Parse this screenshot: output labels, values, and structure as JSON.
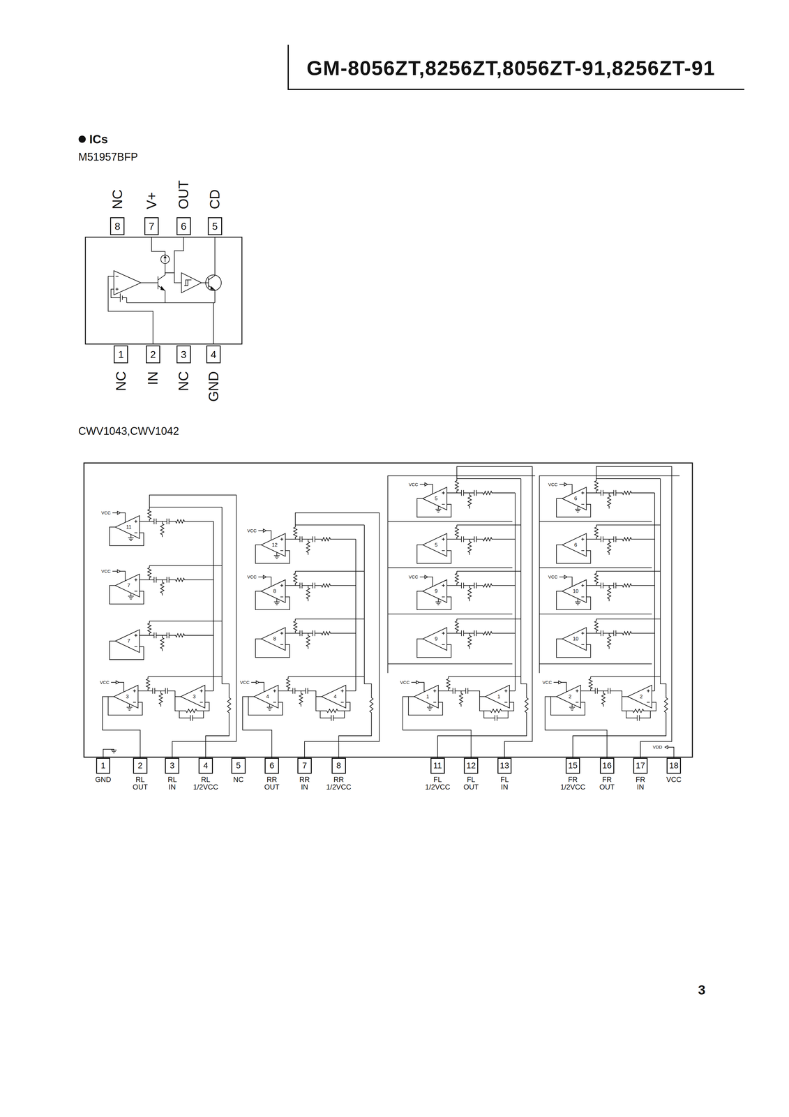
{
  "diagram": {
    "title": "GM-8056ZT,8256ZT,8056ZT-91,8256ZT-91",
    "nodes": [
      {
        "text": [
          "8",
          "NC"
        ]
      },
      {
        "text": [
          "7",
          "V+"
        ]
      },
      {
        "text": [
          "6",
          "OUT"
        ]
      },
      {
        "text": [
          "5",
          "CD"
        ]
      },
      {
        "text": [
          "1",
          "NC"
        ]
      },
      {
        "text": [
          "2",
          "IN"
        ]
      },
      {
        "text": [
          "3",
          "NC"
        ]
      },
      {
        "text": [
          "4",
          "GND"
        ]
      },
      {
        "text": [
          "1",
          "GND"
        ]
      },
      {
        "text": [
          "2",
          "RL OUT"
        ]
      },
      {
        "text": [
          "3",
          "RL IN"
        ]
      },
      {
        "text": [
          "4",
          "RL 1/2VCC"
        ]
      },
      {
        "text": [
          "5",
          "NC"
        ]
      },
      {
        "text": [
          "6",
          "RR OUT"
        ]
      },
      {
        "text": [
          "7",
          "RR IN"
        ]
      },
      {
        "text": [
          "8",
          "RR 1/2VCC"
        ]
      },
      {
        "text": [
          "11",
          "FL 1/2VCC"
        ]
      },
      {
        "text": [
          "12",
          "FL OUT"
        ]
      },
      {
        "text": [
          "13",
          "FL IN"
        ]
      },
      {
        "text": [
          "15",
          "FR 1/2VCC"
        ]
      },
      {
        "text": [
          "16",
          "FR OUT"
        ]
      },
      {
        "text": [
          "17",
          "FR IN"
        ]
      },
      {
        "text": [
          "18",
          "VCC"
        ]
      }
    ],
    "labels": [
      "ICs",
      "M51957BFP",
      "CWV1043,CWV1042",
      "VCC",
      "11",
      "VCC",
      "7",
      "7",
      "VCC",
      "3",
      "3",
      "VCC",
      "12",
      "VCC",
      "8",
      "8",
      "VCC",
      "4",
      "4",
      "VCC",
      "5",
      "5",
      "VCC",
      "9",
      "9",
      "VCC",
      "1",
      "1",
      "VCC",
      "6",
      "6",
      "VCC",
      "10",
      "10",
      "VCC",
      "2",
      "2",
      "VDD",
      "3"
    ]
  }
}
